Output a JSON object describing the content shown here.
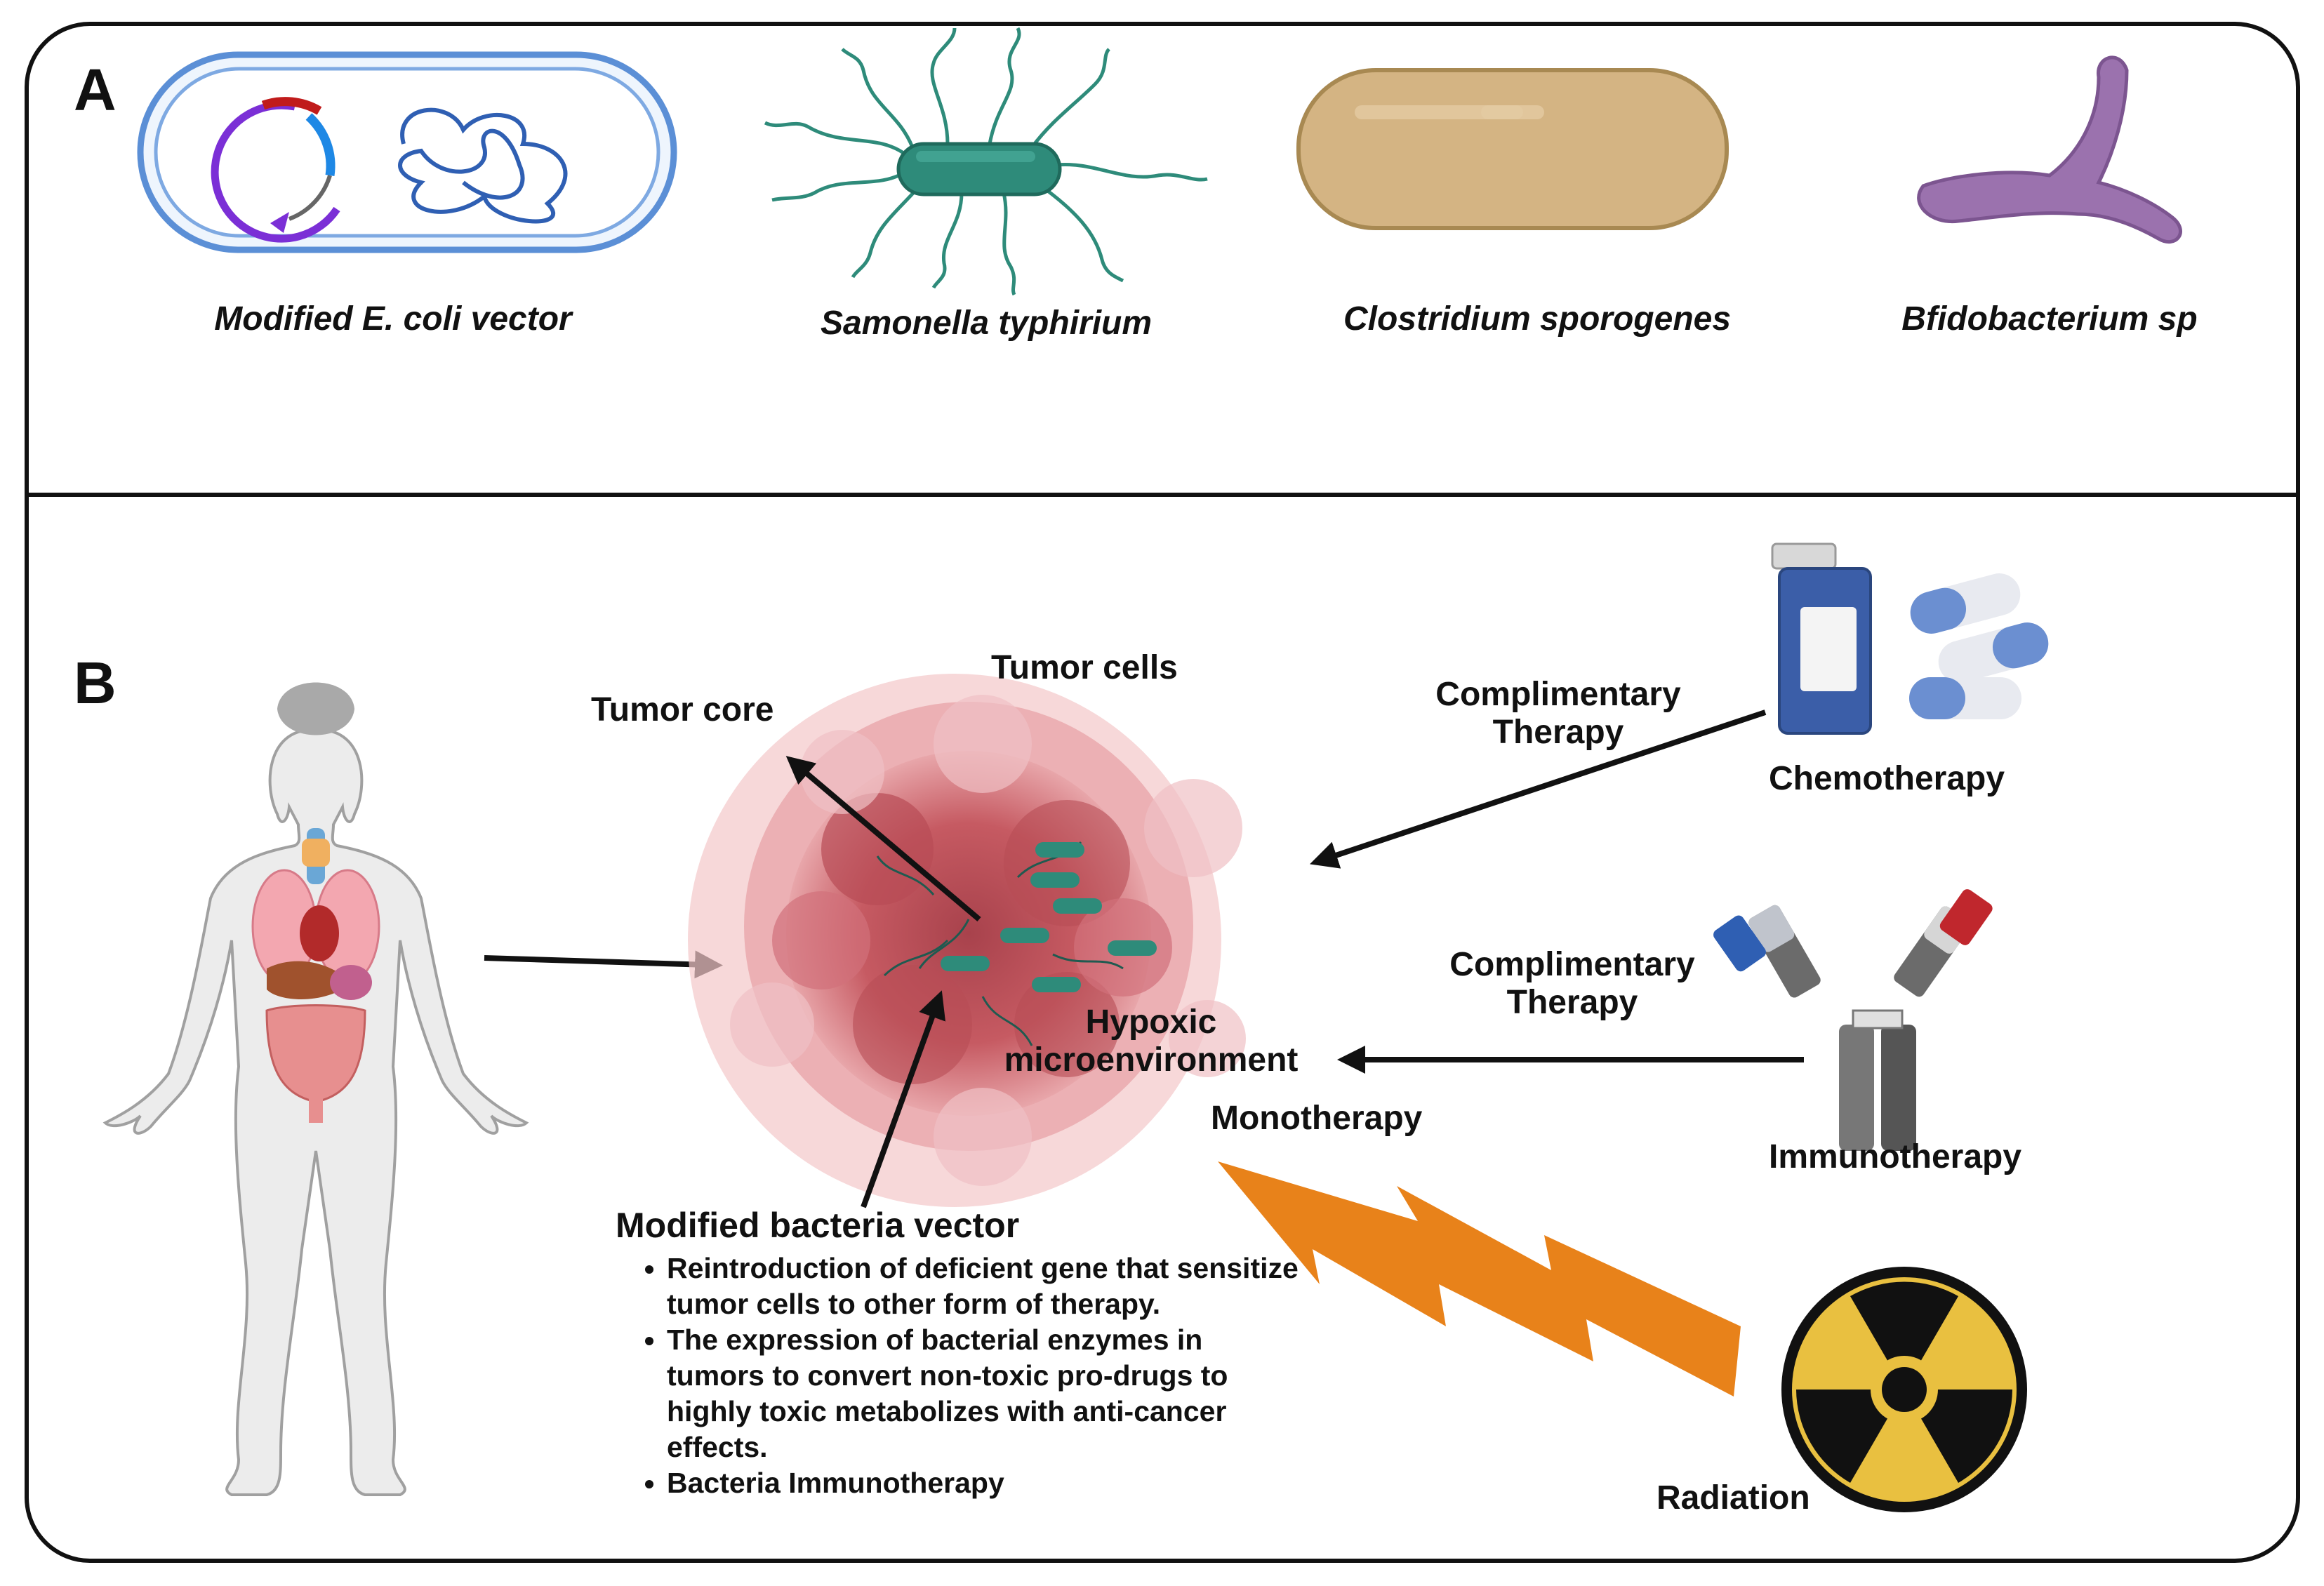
{
  "panel_a": {
    "letter": "A",
    "organisms": [
      {
        "label": "Modified E. coli vector",
        "icon": "ecoli-plasmid-icon"
      },
      {
        "label": "Samonella typhirium",
        "icon": "salmonella-icon"
      },
      {
        "label": "Clostridium sporogenes",
        "icon": "clostridium-icon"
      },
      {
        "label": "Bfidobacterium sp",
        "icon": "bifidobacterium-icon"
      }
    ]
  },
  "panel_b": {
    "letter": "B",
    "tumor_core": "Tumor core",
    "tumor_cells": "Tumor cells",
    "hypoxic": "Hypoxic\nmicroenvironment",
    "monotherapy": "Monotherapy",
    "complimentary_1": "Complimentary\nTherapy",
    "complimentary_2": "Complimentary\nTherapy",
    "chemotherapy": "Chemotherapy",
    "immunotherapy": "Immunotherapy",
    "radiation": "Radiation",
    "vector_title": "Modified bacteria vector",
    "vector_points": [
      "Reintroduction of deficient gene that sensitize tumor cells to other form of therapy.",
      "The expression of bacterial enzymes in tumors to convert non-toxic pro-drugs to highly toxic metabolizes with anti-cancer effects.",
      "Bacteria Immunotherapy"
    ]
  },
  "colors": {
    "border": "#111111",
    "tumor": "#c65a62",
    "bacteria": "#2e8b7a",
    "bolt": "#e8821a",
    "radiation": "#e9c040",
    "clostridium": "#d4b483",
    "bifido": "#9b72ae",
    "ecoli_membrane": "#5b8fd6"
  }
}
